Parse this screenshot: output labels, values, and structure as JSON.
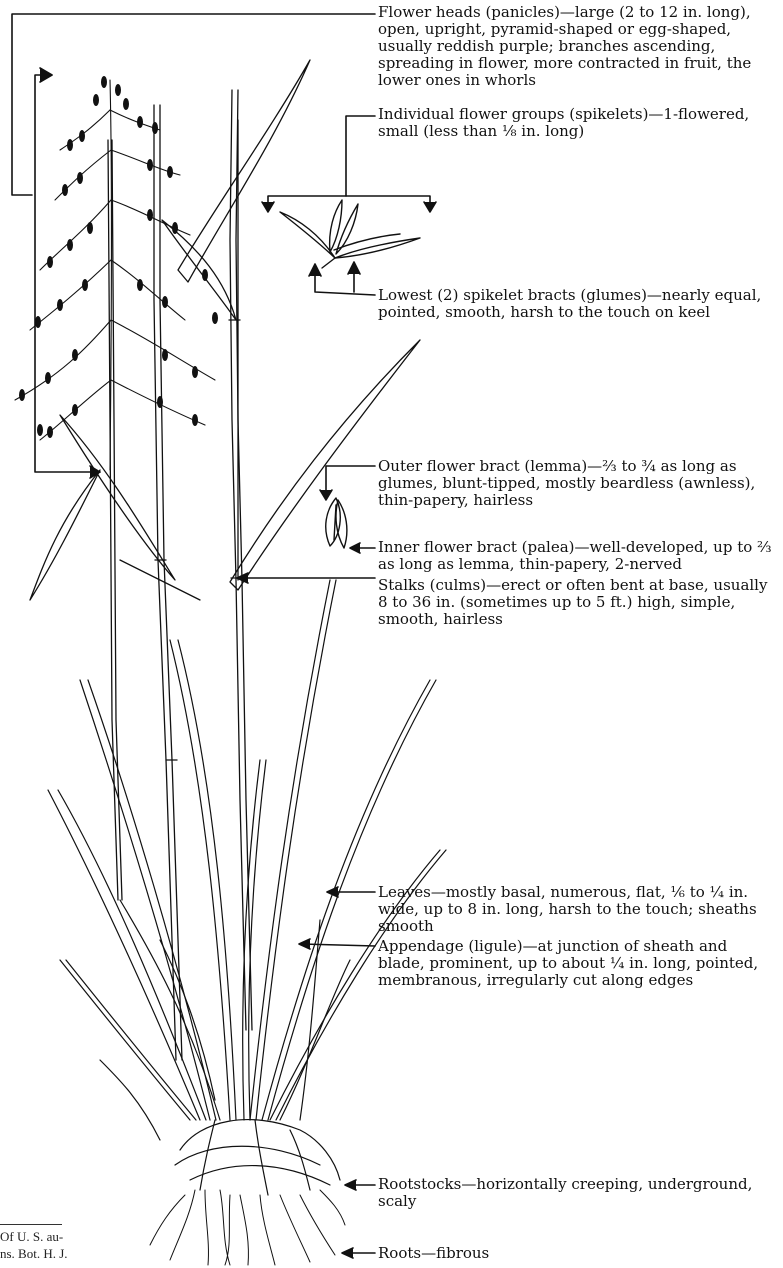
{
  "labels": {
    "flower_heads": "Flower heads (panicles)—large (2 to 12 in. long), open, upright, pyramid-shaped or egg-shaped, usually reddish purple; branches ascending, spreading in flower, more contracted in fruit, the lower ones in whorls",
    "spikelets": "Individual flower groups (spikelets)—1-flowered, small (less than ⅛ in. long)",
    "glumes": "Lowest (2) spikelet bracts (glumes)—nearly equal, pointed, smooth, harsh to the touch on keel",
    "lemma": "Outer flower bract (lemma)—⅔ to ¾ as long as glumes, blunt-tipped, mostly beardless (awnless), thin-papery, hairless",
    "palea": "Inner flower bract (palea)—well-developed, up to ⅔ as long as lemma, thin-papery, 2-nerved",
    "stalks": "Stalks (culms)—erect or often bent at base, usually 8 to 36 in. (sometimes up to 5 ft.) high, simple, smooth, hairless",
    "leaves": "Leaves—mostly basal, numerous, flat, ⅙ to ¼ in. wide, up to 8 in. long, harsh to the touch; sheaths smooth",
    "ligule": "Appendage (ligule)—at junction of sheath and blade, prominent, up to about ¼ in. long, pointed, membranous, irregularly cut along edges",
    "rootstocks": "Rootstocks—horizontally creeping, underground, scaly",
    "roots": "Roots—fibrous"
  },
  "footnote": "Of U. S. au-\nns. Bot. H. J."
}
